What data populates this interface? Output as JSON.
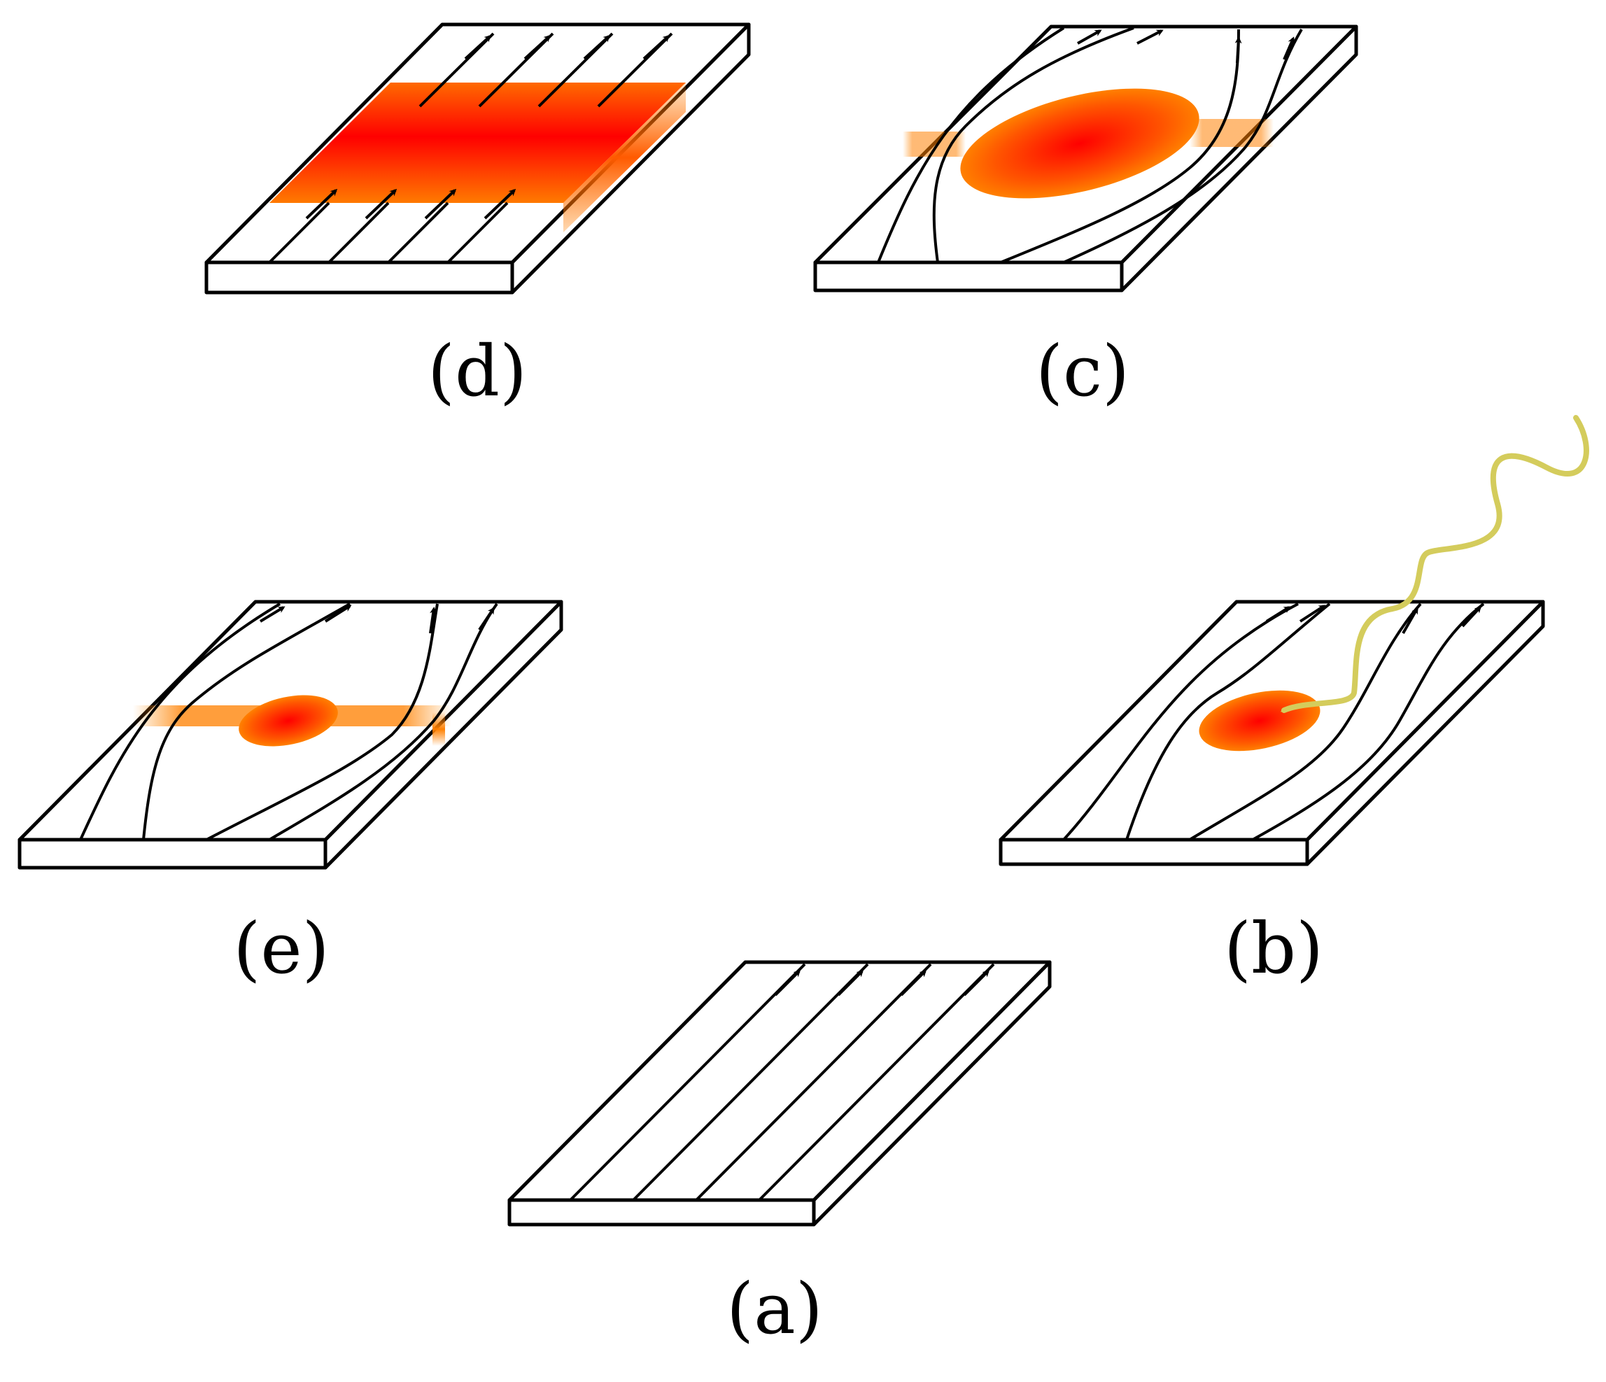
{
  "figure": {
    "panels": [
      {
        "id": "a",
        "label": "(a)",
        "state": "uniform current, straight field lines"
      },
      {
        "id": "b",
        "label": "(b)",
        "state": "photon absorbed, small hotspot"
      },
      {
        "id": "c",
        "label": "(c)",
        "state": "hotspot grows, current diverted"
      },
      {
        "id": "d",
        "label": "(d)",
        "state": "resistive belt across strip"
      },
      {
        "id": "e",
        "label": "(e)",
        "state": "belt shrinks, hotspot recovering"
      }
    ],
    "colors": {
      "stroke": "#000000",
      "hotspot_center": "#ff0000",
      "hotspot_edge": "#ff7f00",
      "photon": "#d4cc5c"
    }
  }
}
